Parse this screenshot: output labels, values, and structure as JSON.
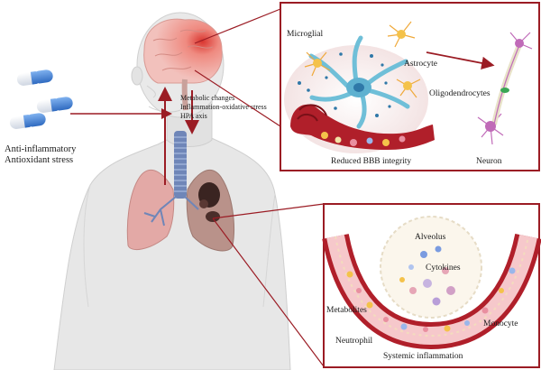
{
  "colors": {
    "frame": "#9b1c24",
    "arrow": "#9b1c24",
    "skin": "#e6e6e6",
    "skin_line": "#c9c9c9",
    "brain": "#f2c1bc",
    "trachea": "#6f86b8",
    "lung_left": "#e3a9a6",
    "lung_right": "#b9928a",
    "capsule_blue": "#5a8fd8",
    "vessel": "#b01f2a",
    "astro": "#f0a93a",
    "micro": "#7fc6e0"
  },
  "labels": {
    "drug_line1": "Anti-inflammatory",
    "drug_line2": "Antioxidant stress",
    "mech_line1": "Metabolic changes",
    "mech_line2": "Inflammation-oxidative stress",
    "mech_line3": "HPA axis"
  },
  "brain_panel": {
    "microglial": "Microglial",
    "astrocyte": "Astrocyte",
    "oligodendrocytes": "Oligodendrocytes",
    "bbb": "Reduced BBB integrity",
    "neuron": "Neuron"
  },
  "lung_panel": {
    "alveolus": "Alveolus",
    "cytokines": "Cytokines",
    "metabolites": "Metabolites",
    "neutrophil": "Neutrophil",
    "monocyte": "Monocyte",
    "systemic": "Systemic inflammation"
  },
  "icons": [
    "capsule-icon",
    "brain-icon",
    "lung-icon",
    "trachea-icon",
    "neuron-icon",
    "astrocyte-icon",
    "microglia-icon",
    "blood-vessel-icon"
  ]
}
